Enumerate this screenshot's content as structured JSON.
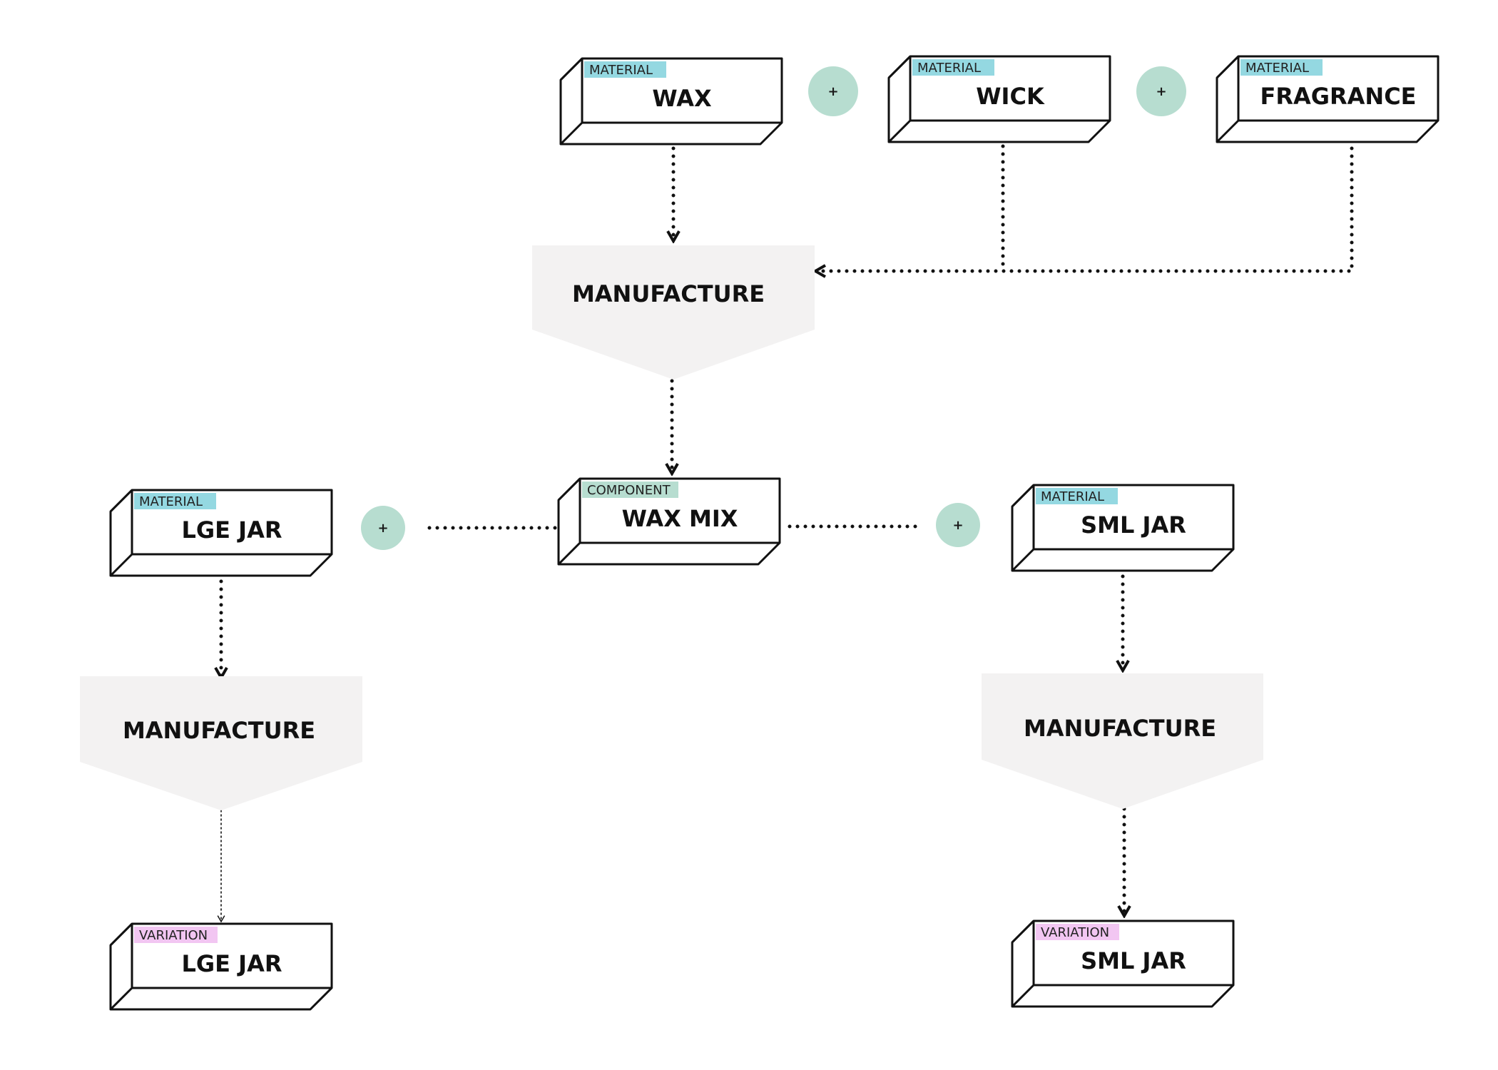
{
  "colors": {
    "material_tag": "#94d8e1",
    "component_tag": "#b7ddd0",
    "variation_tag": "#f2c6f2",
    "process_fill": "#f3f2f2",
    "plus_fill": "#b7ddd0",
    "stroke": "#111111"
  },
  "plus_symbol": "+",
  "boxes": {
    "wax": {
      "tag": "MATERIAL",
      "title": "WAX"
    },
    "wick": {
      "tag": "MATERIAL",
      "title": "WICK"
    },
    "fragrance": {
      "tag": "MATERIAL",
      "title": "FRAGRANCE"
    },
    "wax_mix": {
      "tag": "COMPONENT",
      "title": "WAX MIX"
    },
    "lge_jar_material": {
      "tag": "MATERIAL",
      "title": "LGE JAR"
    },
    "sml_jar_material": {
      "tag": "MATERIAL",
      "title": "SML JAR"
    },
    "lge_jar_variation": {
      "tag": "VARIATION",
      "title": "LGE JAR"
    },
    "sml_jar_variation": {
      "tag": "VARIATION",
      "title": "SML JAR"
    }
  },
  "processes": {
    "top": {
      "label": "MANUFACTURE"
    },
    "left": {
      "label": "MANUFACTURE"
    },
    "right": {
      "label": "MANUFACTURE"
    }
  }
}
